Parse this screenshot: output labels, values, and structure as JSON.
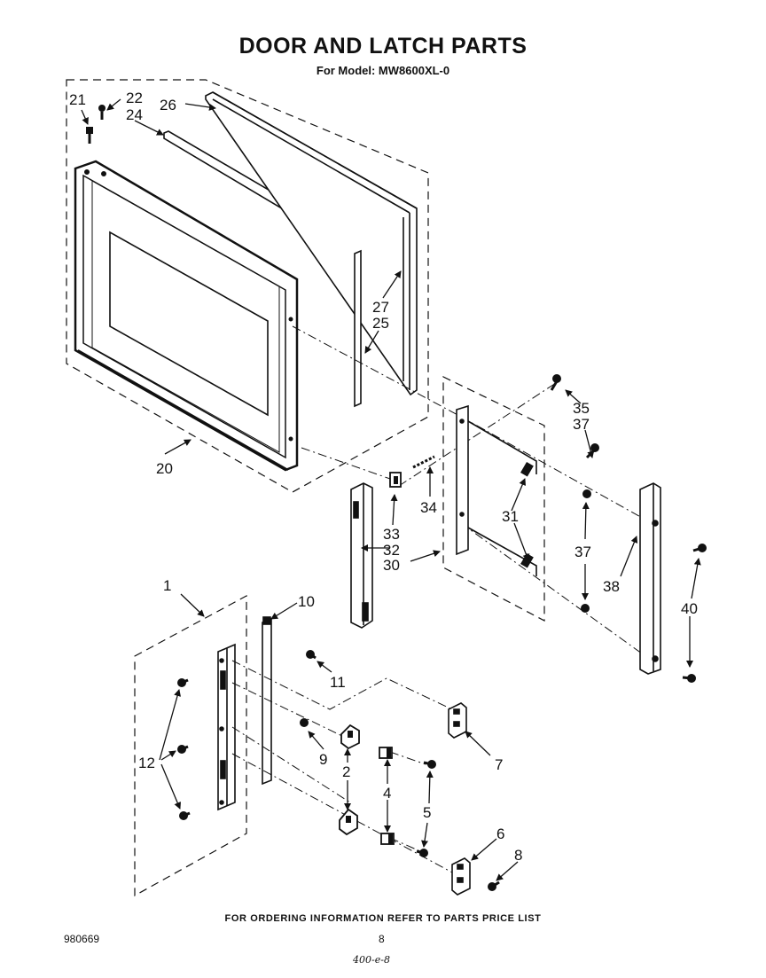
{
  "title": "DOOR AND LATCH PARTS",
  "subtitle": "For Model: MW8600XL-0",
  "footer": "FOR ORDERING INFORMATION REFER TO PARTS PRICE LIST",
  "doc_number": "980669",
  "page_number": "8",
  "handwritten_note": "400-e-8",
  "labels": {
    "p1": "1",
    "p2": "2",
    "p4": "4",
    "p5": "5",
    "p6": "6",
    "p7": "7",
    "p8": "8",
    "p9": "9",
    "p10": "10",
    "p11": "11",
    "p12": "12",
    "p20": "20",
    "p21": "21",
    "p22": "22",
    "p24": "24",
    "p25": "25",
    "p26": "26",
    "p27": "27",
    "p30": "30",
    "p31": "31",
    "p32": "32",
    "p33": "33",
    "p34": "34",
    "p35": "35",
    "p37a": "37",
    "p37b": "37",
    "p38": "38",
    "p40": "40"
  }
}
